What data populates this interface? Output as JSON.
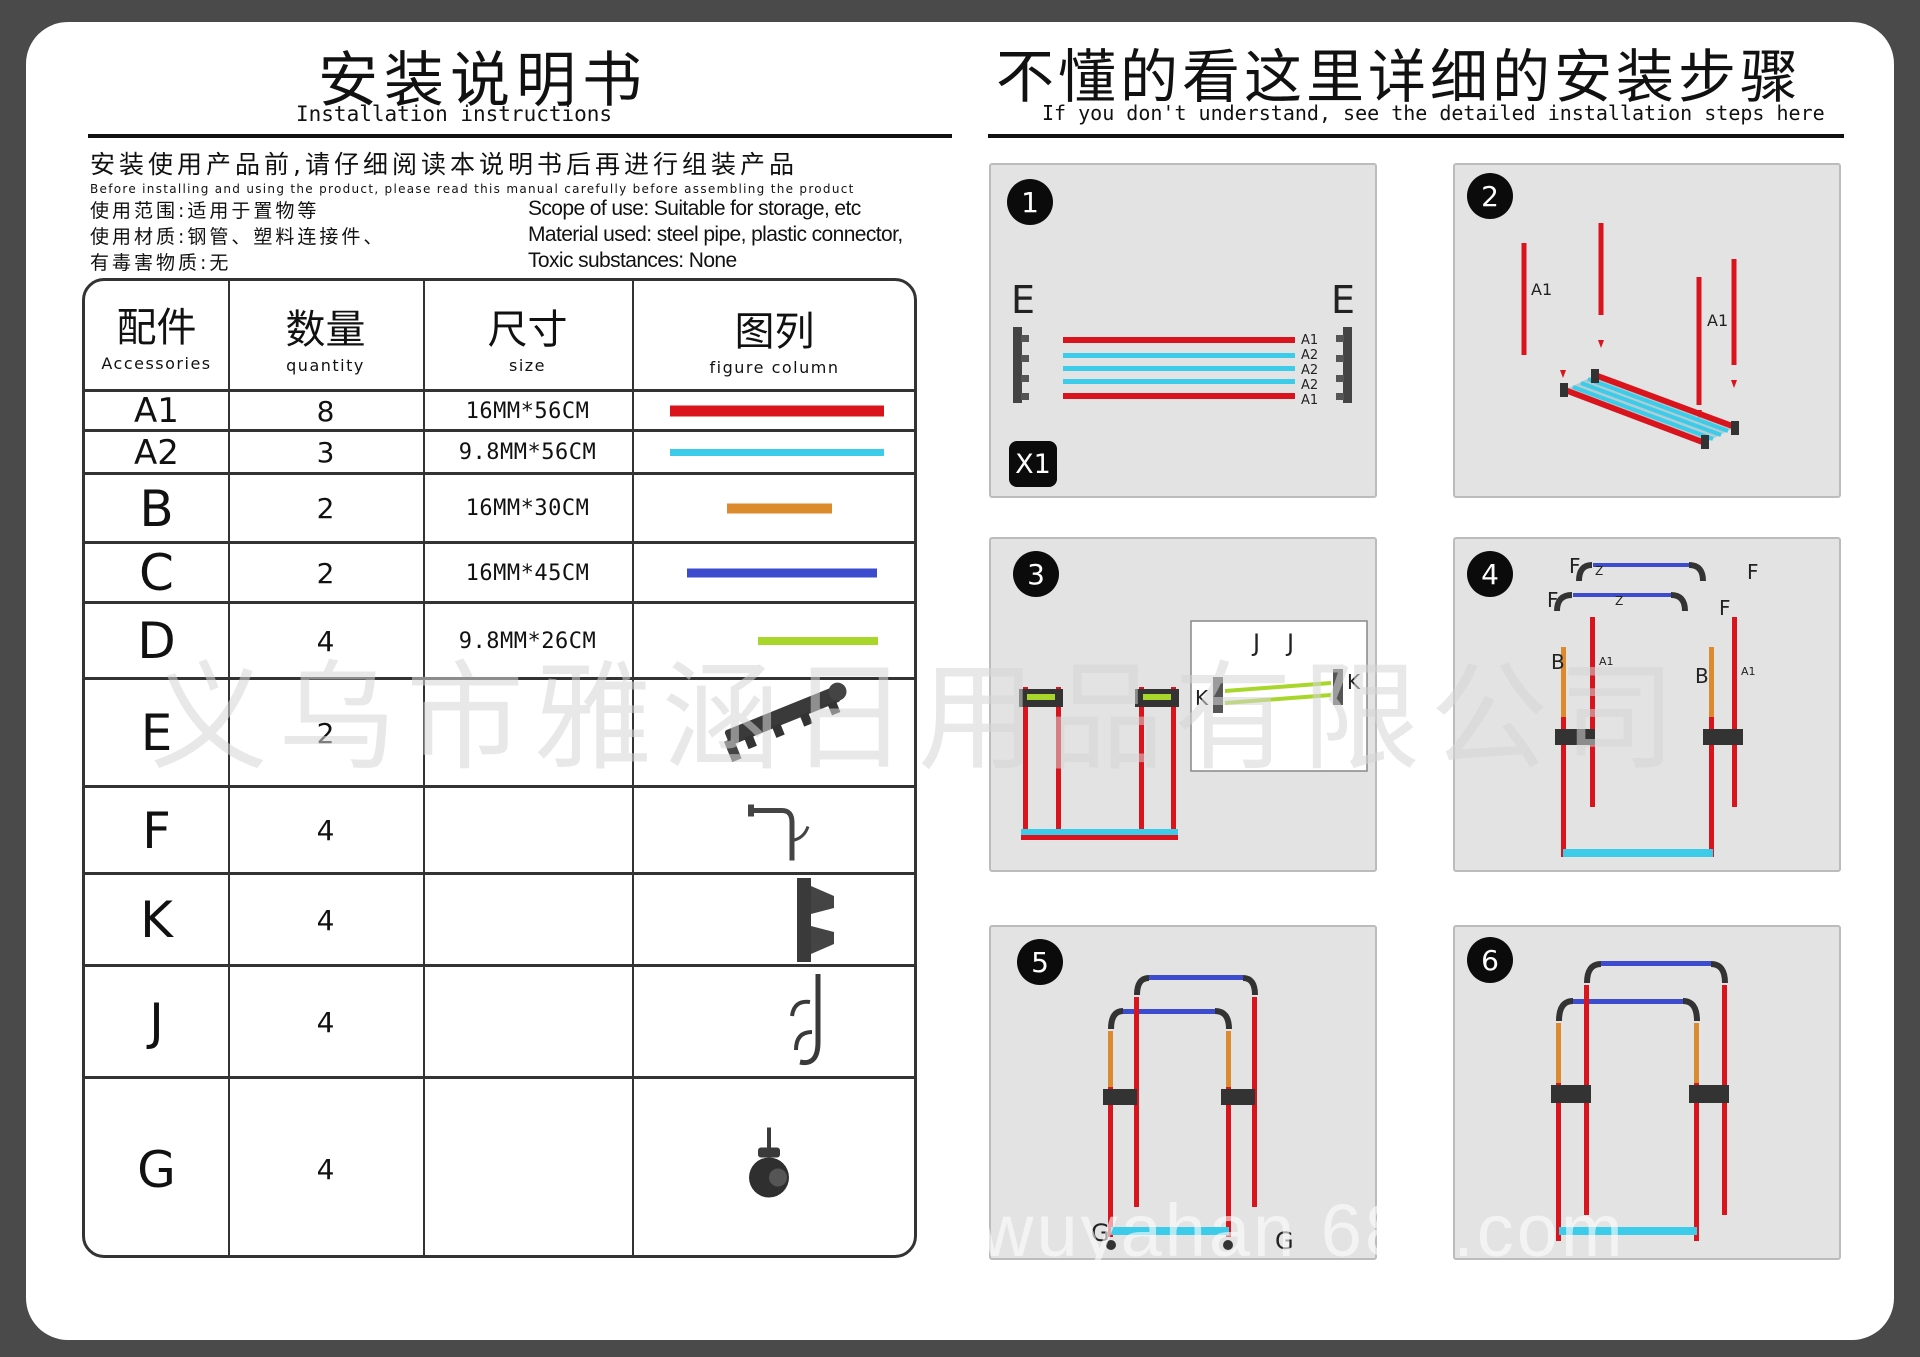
{
  "header_left": {
    "title_cn": "安装说明书",
    "title_en": "Installation instructions"
  },
  "header_right": {
    "title_cn": "不懂的看这里详细的安装步骤",
    "title_en": "If you don't understand, see the detailed installation steps here"
  },
  "intro": {
    "cn": "安装使用产品前,请仔细阅读本说明书后再进行组装产品",
    "en": "Before installing and using the product, please read this manual carefully before assembling the product",
    "scope_cn": "使用范围:适用于置物等",
    "material_cn": "使用材质:钢管、塑料连接件、",
    "toxic_cn": "有毒害物质:无",
    "scope_en": "Scope of use: Suitable for storage, etc",
    "material_en": "Material used: steel pipe, plastic connector,",
    "toxic_en": "Toxic substances: None"
  },
  "table": {
    "headers": [
      {
        "cn": "配件",
        "en": "Accessories"
      },
      {
        "cn": "数量",
        "en": "quantity"
      },
      {
        "cn": "尺寸",
        "en": "size"
      },
      {
        "cn": "图列",
        "en": "figure column"
      }
    ],
    "rows": [
      {
        "id": "A1",
        "qty": "8",
        "size": "16MM*56CM",
        "color": "#d9141c",
        "kind": "bar"
      },
      {
        "id": "A2",
        "qty": "3",
        "size": "9.8MM*56CM",
        "color": "#3ccbe8",
        "kind": "bar"
      },
      {
        "id": "B",
        "qty": "2",
        "size": "16MM*30CM",
        "color": "#db8b2e",
        "kind": "bar"
      },
      {
        "id": "C",
        "qty": "2",
        "size": "16MM*45CM",
        "color": "#3d4ccf",
        "kind": "bar"
      },
      {
        "id": "D",
        "qty": "4",
        "size": "9.8MM*26CM",
        "color": "#a9d62a",
        "kind": "bar"
      },
      {
        "id": "E",
        "qty": "2",
        "size": "",
        "kind": "connector-rail"
      },
      {
        "id": "F",
        "qty": "4",
        "size": "",
        "kind": "hook-elbow"
      },
      {
        "id": "K",
        "qty": "4",
        "size": "",
        "kind": "bracket"
      },
      {
        "id": "J",
        "qty": "4",
        "size": "",
        "kind": "double-hook"
      },
      {
        "id": "G",
        "qty": "4",
        "size": "",
        "kind": "caster"
      }
    ]
  },
  "steps": [
    {
      "number": "1",
      "labels": [
        "E",
        "E",
        "A1",
        "A2",
        "A2",
        "A2",
        "A1"
      ],
      "count_badge": "X1"
    },
    {
      "number": "2",
      "labels": [
        "A1",
        "A1"
      ]
    },
    {
      "number": "3",
      "labels": [
        "J",
        "J",
        "K",
        "K"
      ]
    },
    {
      "number": "4",
      "labels": [
        "F",
        "F",
        "F",
        "F",
        "Z",
        "Z",
        "B",
        "B",
        "A1",
        "A1"
      ]
    },
    {
      "number": "5",
      "labels": [
        "G",
        "G"
      ]
    },
    {
      "number": "6",
      "labels": []
    }
  ],
  "watermark": {
    "text": "义乌市雅涵日用品有限公司",
    "url": "wuyahan 688.com"
  },
  "colors": {
    "A1": "#d9141c",
    "A2": "#3ccbe8",
    "B": "#db8b2e",
    "C": "#3d4ccf",
    "D": "#a9d62a",
    "panel_bg": "#e3e3e3",
    "badge": "#0b0b0b"
  }
}
